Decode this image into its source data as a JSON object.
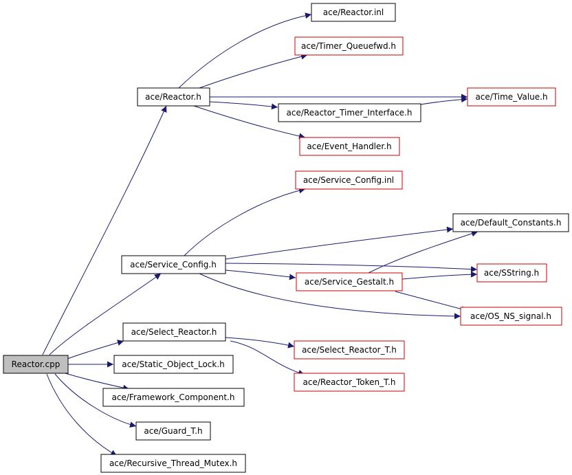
{
  "colors": {
    "edge": "#191970",
    "border_plain": "#000000",
    "border_red": "#cc0000",
    "root_fill": "#bfbfbf",
    "node_fill": "#ffffff"
  },
  "nodes": {
    "reactor_cpp": "Reactor.cpp",
    "reactor_inl": "ace/Reactor.inl",
    "timer_queuefwd_h": "ace/Timer_Queuefwd.h",
    "reactor_h": "ace/Reactor.h",
    "time_value_h": "ace/Time_Value.h",
    "reactor_timer_interface_h": "ace/Reactor_Timer_Interface.h",
    "event_handler_h": "ace/Event_Handler.h",
    "service_config_inl": "ace/Service_Config.inl",
    "default_constants_h": "ace/Default_Constants.h",
    "service_config_h": "ace/Service_Config.h",
    "sstring_h": "ace/SString.h",
    "service_gestalt_h": "ace/Service_Gestalt.h",
    "os_ns_signal_h": "ace/OS_NS_signal.h",
    "select_reactor_h": "ace/Select_Reactor.h",
    "select_reactor_t_h": "ace/Select_Reactor_T.h",
    "static_object_lock_h": "ace/Static_Object_Lock.h",
    "reactor_token_t_h": "ace/Reactor_Token_T.h",
    "framework_component_h": "ace/Framework_Component.h",
    "guard_t_h": "ace/Guard_T.h",
    "recursive_thread_mutex_h": "ace/Recursive_Thread_Mutex.h"
  }
}
